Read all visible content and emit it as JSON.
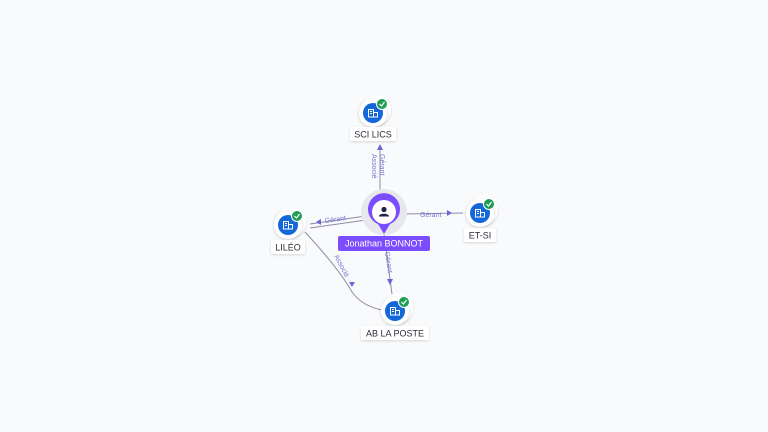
{
  "colors": {
    "company": "#1467d8",
    "check": "#1f9d55",
    "person": "#7c4dff",
    "person_label_bg": "#7c4dff",
    "edge": "#8f8aa8",
    "edge_label": "#7b74d6"
  },
  "person": {
    "name": "Jonathan BONNOT",
    "icon": "person-icon"
  },
  "companies": [
    {
      "id": "sci-lics",
      "name": "SCI LICS",
      "icon": "building-icon",
      "verified": true
    },
    {
      "id": "et-si",
      "name": "ET-SI",
      "icon": "building-icon",
      "verified": true
    },
    {
      "id": "lileo",
      "name": "LILÉO",
      "icon": "building-icon",
      "verified": true
    },
    {
      "id": "ab-la-poste",
      "name": "AB LA POSTE",
      "icon": "building-icon",
      "verified": true
    }
  ],
  "relations": [
    {
      "from": "person",
      "to": "sci-lics",
      "label": "Gérant",
      "label2": "Associé"
    },
    {
      "from": "person",
      "to": "et-si",
      "label": "Gérant"
    },
    {
      "from": "person",
      "to": "lileo",
      "label": "Gérant"
    },
    {
      "from": "person",
      "to": "ab-la-poste",
      "label": "Gérant"
    },
    {
      "from": "lileo",
      "to": "ab-la-poste",
      "label": "Associé"
    }
  ]
}
